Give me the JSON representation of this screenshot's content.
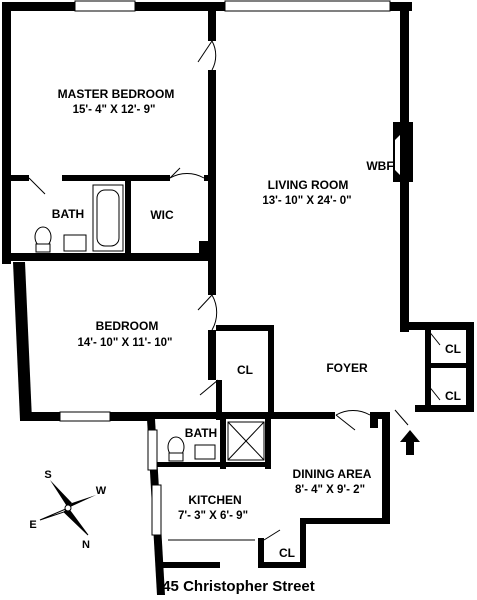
{
  "rooms": {
    "master_bedroom": {
      "name": "MASTER BEDROOM",
      "dims": "15'- 4\" X 12'- 9\""
    },
    "bath_top": {
      "name": "BATH"
    },
    "wic": {
      "name": "WIC"
    },
    "living_room": {
      "name": "LIVING ROOM",
      "dims": "13'- 10\" X 24'- 0\""
    },
    "wbf": {
      "name": "WBF"
    },
    "bedroom": {
      "name": "BEDROOM",
      "dims": "14'- 10\" X 11'- 10\""
    },
    "closet_mid": {
      "name": "CL"
    },
    "foyer": {
      "name": "FOYER"
    },
    "closet_right_top": {
      "name": "CL"
    },
    "closet_right_bottom": {
      "name": "CL"
    },
    "bath_bottom": {
      "name": "BATH"
    },
    "dining_area": {
      "name": "DINING AREA",
      "dims": "8'- 4\" X 9'- 2\""
    },
    "kitchen": {
      "name": "KITCHEN",
      "dims": "7'- 3\" X 6'- 9\""
    },
    "closet_kitchen": {
      "name": "CL"
    }
  },
  "compass": {
    "n": "N",
    "s": "S",
    "e": "E",
    "w": "W"
  },
  "address": "45 Christopher Street"
}
